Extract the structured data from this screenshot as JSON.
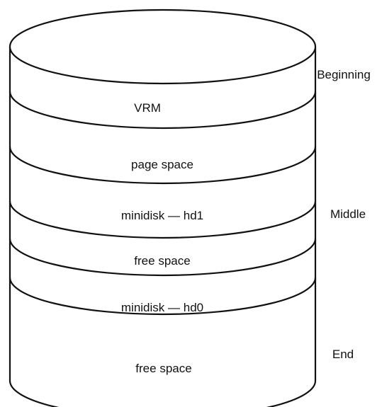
{
  "segments": [
    {
      "id": "vrm",
      "label": "VRM"
    },
    {
      "id": "page-space",
      "label": "page space"
    },
    {
      "id": "minidisk-hd1",
      "label": "minidisk — hd1"
    },
    {
      "id": "free-space-1",
      "label": "free space"
    },
    {
      "id": "minidisk-hd0",
      "label": "minidisk — hd0"
    },
    {
      "id": "free-space-2",
      "label": "free space"
    }
  ],
  "side_labels": {
    "beginning": "Beginning",
    "middle": "Middle",
    "end": "End"
  },
  "colors": {
    "stroke": "#111111",
    "background": "#ffffff"
  }
}
